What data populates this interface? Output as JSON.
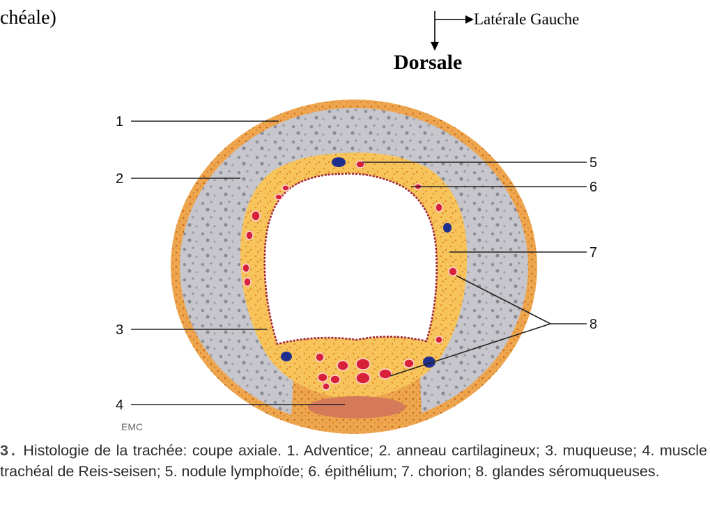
{
  "header": {
    "partial_title": "chéale)",
    "axis_lateral": "Latérale Gauche",
    "axis_dorsal": "Dorsale"
  },
  "labels": [
    "1",
    "2",
    "3",
    "4",
    "5",
    "6",
    "7",
    "8"
  ],
  "watermark": "EMC",
  "caption": {
    "lead": "3.",
    "text": "Histologie de la trachée: coupe axiale. 1. Adventice; 2. anneau cartilagineux; 3. muqueuse; 4. muscle trachéal de Reis-seisen; 5. nodule lymphoïde; 6. épithélium; 7. chorion; 8. glandes séromuqueuses."
  },
  "colors": {
    "adventice": "#e8a04c",
    "cartilage": "#c9c9cf",
    "chorion": "#f4c75a",
    "muscle": "#d9785a",
    "gland": "#d8203a",
    "nodule": "#1f2f8f"
  }
}
